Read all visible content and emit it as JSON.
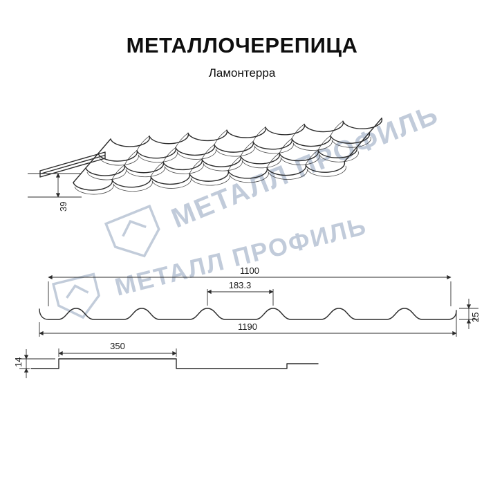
{
  "title": "МЕТАЛЛОЧЕРЕПИЦА",
  "subtitle": "Ламонтерра",
  "watermark": {
    "text": "МЕТАЛЛ ПРОФИЛЬ"
  },
  "dimensions": {
    "eave_step": "39",
    "cover_width": "1100",
    "wave_pitch": "183.3",
    "profile_height": "25",
    "full_width": "1190",
    "module_length": "350",
    "step_height": "14"
  },
  "colors": {
    "line": "#2b2b2b",
    "watermark": "#b7c3d4",
    "background": "#ffffff"
  }
}
